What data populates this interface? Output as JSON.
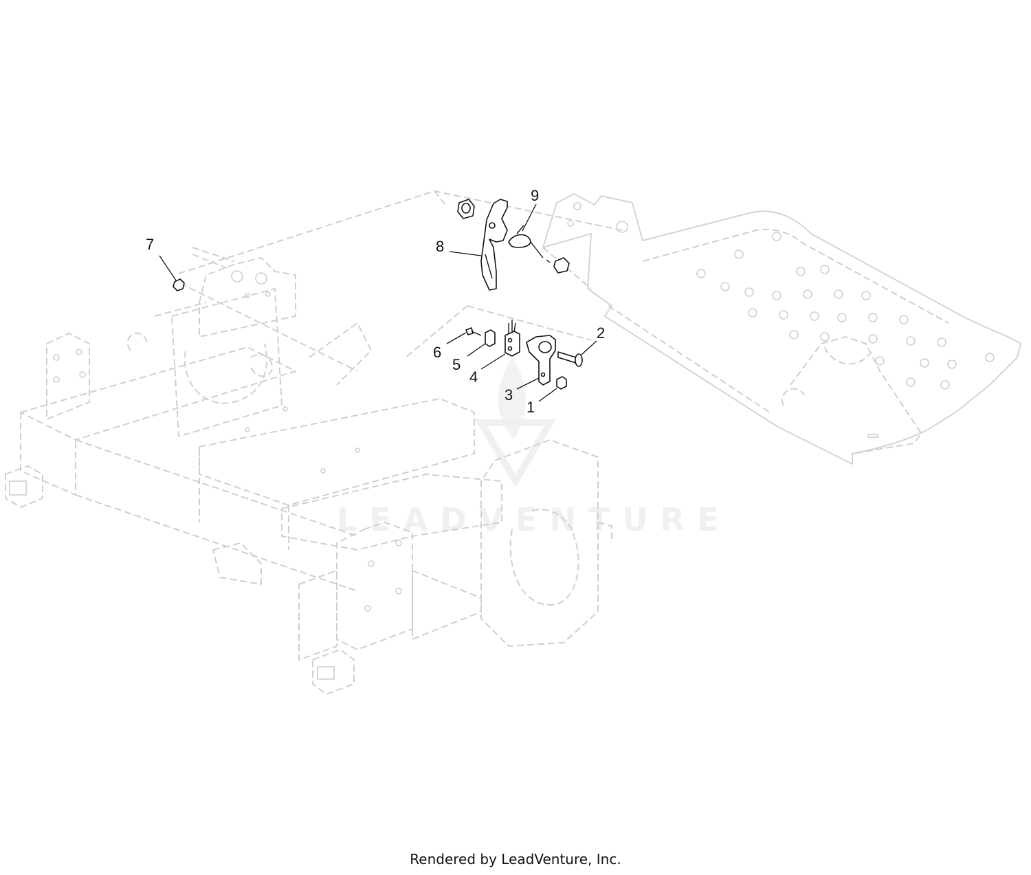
{
  "callouts": [
    {
      "id": "1",
      "label": "1"
    },
    {
      "id": "2",
      "label": "2"
    },
    {
      "id": "3",
      "label": "3"
    },
    {
      "id": "4",
      "label": "4"
    },
    {
      "id": "5",
      "label": "5"
    },
    {
      "id": "6",
      "label": "6"
    },
    {
      "id": "7",
      "label": "7"
    },
    {
      "id": "8",
      "label": "8"
    },
    {
      "id": "9",
      "label": "9"
    }
  ],
  "watermark": {
    "text": "LEADVENTURE"
  },
  "footer": {
    "text": "Rendered by LeadVenture, Inc."
  },
  "colors": {
    "part_line": "#111111",
    "ghost_line": "#cfcfcf",
    "watermark": "#f0f0f0",
    "background": "#ffffff"
  }
}
